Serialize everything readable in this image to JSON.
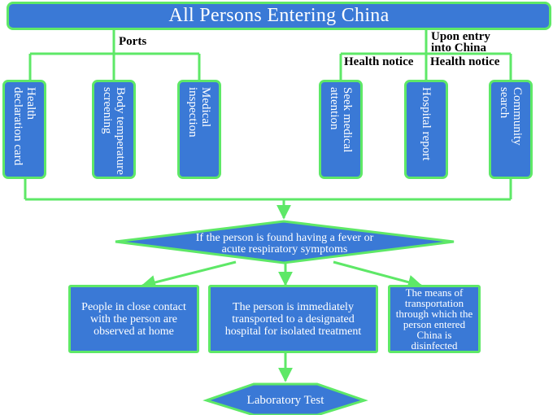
{
  "title": "All Persons Entering China",
  "branches": {
    "left_label": "Ports",
    "right_label_line1": "Upon entry",
    "right_label_line2": "into China",
    "health_notice_left": "Health notice",
    "health_notice_right": "Health notice"
  },
  "port_measures": [
    "Health declaration card",
    "Body temperature screening",
    "Medical inspection"
  ],
  "entry_measures": [
    "Seek medical attention",
    "Hospital report",
    "Community search"
  ],
  "condition": {
    "line1": "If the person is found having a fever or",
    "line2": "acute respiratory symptoms"
  },
  "actions": [
    "People in close contact with the person are observed at home",
    "The person is immediately transported to a designated hospital for isolated treatment",
    "The means of transportation through which the person entered China is disinfected"
  ],
  "final": "Laboratory Test",
  "colors": {
    "box_fill": "#3a79d6",
    "connector": "#5ee867",
    "text": "#ffffff"
  }
}
